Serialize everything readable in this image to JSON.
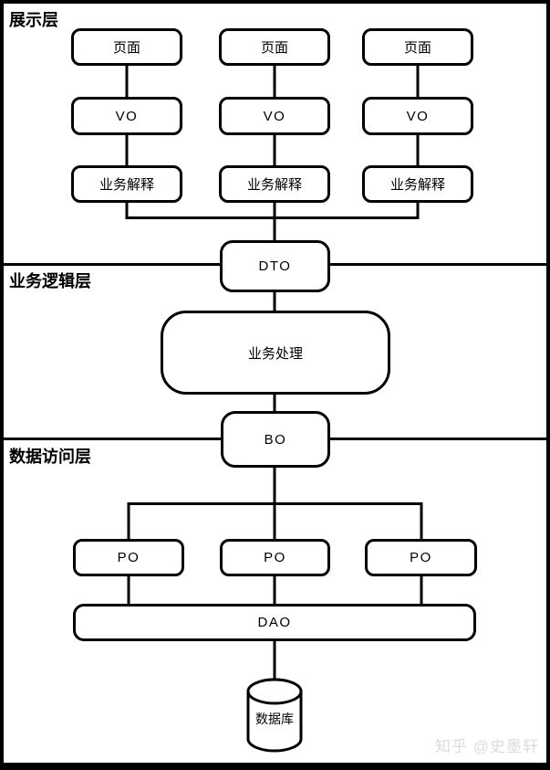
{
  "diagram": {
    "layers": [
      {
        "id": "presentation",
        "label": "展示层"
      },
      {
        "id": "business-logic",
        "label": "业务逻辑层"
      },
      {
        "id": "data-access",
        "label": "数据访问层"
      }
    ],
    "nodes": {
      "page": "页面",
      "vo": "VO",
      "business_interpret": "业务解释",
      "dto": "DTO",
      "business_process": "业务处理",
      "bo": "BO",
      "po": "PO",
      "dao": "DAO",
      "database": "数据库"
    },
    "colors": {
      "stroke": "#000000",
      "background": "#ffffff",
      "watermark_text": "#dcdcdc"
    },
    "watermark": "知乎 @史墨轩"
  }
}
